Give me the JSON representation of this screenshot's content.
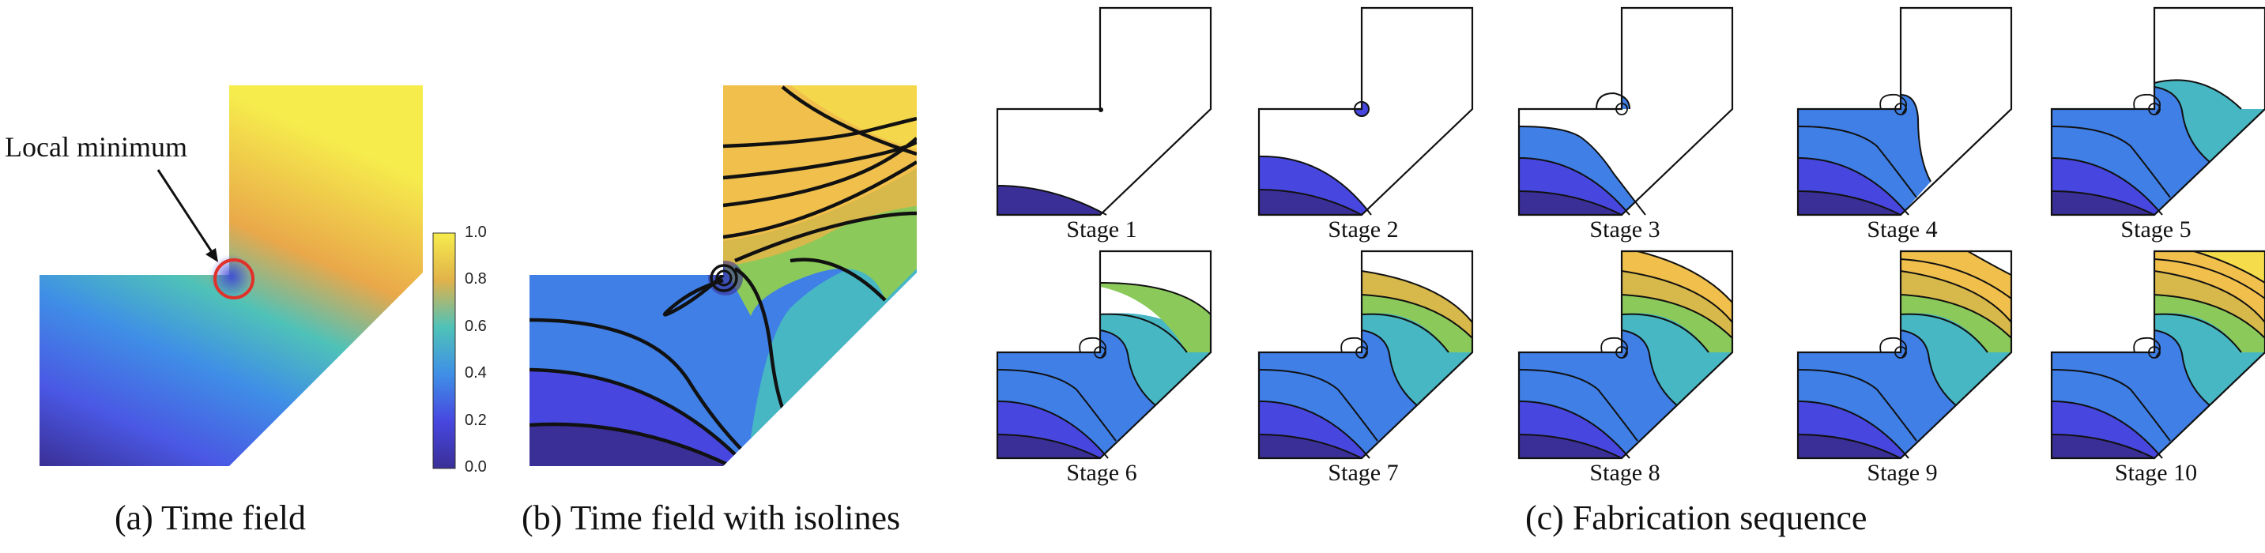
{
  "panel_a": {
    "caption": "(a) Time field",
    "annotation": "Local minimum",
    "colorbar": {
      "ticks": [
        "1.0",
        "0.8",
        "0.6",
        "0.4",
        "0.2",
        "0.0"
      ]
    }
  },
  "panel_b": {
    "caption": "(b) Time field with isolines"
  },
  "panel_c": {
    "caption": "(c) Fabrication sequence",
    "stages": [
      "Stage 1",
      "Stage 2",
      "Stage 3",
      "Stage 4",
      "Stage 5",
      "Stage 6",
      "Stage 7",
      "Stage 8",
      "Stage 9",
      "Stage 10"
    ]
  },
  "colors": {
    "c0": "#3a2f96",
    "c1": "#4747e0",
    "c2": "#3f7fe6",
    "c3": "#47b7c4",
    "c4": "#8bca5a",
    "c5": "#d7b84a",
    "c6": "#f1c04c",
    "c7": "#f5dc4a",
    "highlight": "#e0312a"
  }
}
